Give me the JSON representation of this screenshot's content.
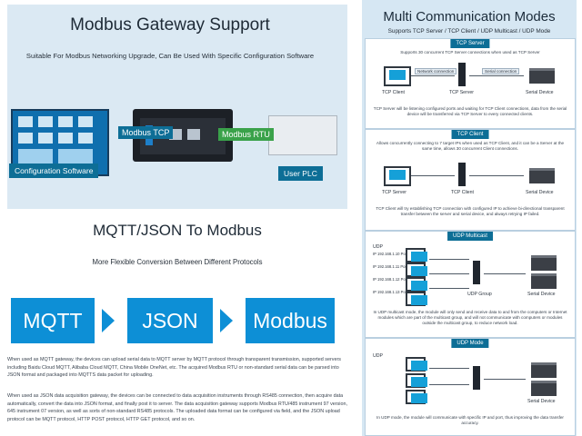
{
  "gateway": {
    "title": "Modbus Gateway Support",
    "subtitle": "Suitable For Modbus Networking Upgrade, Can Be Used With Specific Configuration Software",
    "tag_tcp": "Modbus TCP",
    "tag_rtu": "Modbus RTU",
    "label_software": "Configuration Software",
    "label_plc": "User PLC"
  },
  "mqtt": {
    "title": "MQTT/JSON To Modbus",
    "subtitle": "More Flexible Conversion Between Different Protocols",
    "box1": "MQTT",
    "box2": "JSON",
    "box3": "Modbus",
    "para1": "When used as MQTT gateway, the devices can upload serial data to MQTT server by MQTT protocol through transparent transmission, supported servers including Baidu Cloud MQTT, Alibaba Cloud MQTT, China Mobile OneNet, etc. The acquired Modbus RTU or non-standard serial data can be parsed into JSON format and packaged into MQTTS data packet for uploading.",
    "para2": "When used as JSON data acquisition gateway, the devices can be connected to data acquisition instruments through RS485 connection, then acquire data automatically, convert the data into JSON format, and finally post it to server. The data acquisition gateway supports Modbus RTU/485 instrument 97 version, 645 instrument 07 version, as well as sorts of non-standard RS485 protocols. The uploaded data format can be configured via field, and the JSON upload protocol can be MQTT protocol, HTTP POST protocol, HTTP GET protocol, and so on."
  },
  "modes": {
    "title": "Multi Communication Modes",
    "subtitle": "Supports TCP Server / TCP Client / UDP Multicast / UDP Mode",
    "tcp_server": {
      "head": "TCP Server",
      "top_line": "Supports 30 concurrent TCP Server connections when used as TCP Server",
      "label_client": "TCP Client",
      "label_server": "TCP Server",
      "label_device": "Serial Device",
      "conn_label": "Network connection",
      "serial_label": "Serial connection",
      "desc": "TCP Server will be listening configured ports and waiting for TCP Client connections, data from the serial device will be transferred via TCP Server to every connected clients."
    },
    "tcp_client": {
      "head": "TCP Client",
      "top_line": "Allows concurrently connecting to 7 target IPs when used as TCP Client, and it can be a Server at the same time, allows 30 concurrent Client connections.",
      "label_server": "TCP Server",
      "label_client": "TCP Client",
      "label_device": "Serial Device",
      "desc": "TCP Client will try establishing TCP connection with configured IP to achieve bi-directional transparent transfer between the server and serial device, and always retrying IP failed."
    },
    "udp_multicast": {
      "head": "UDP Multicast",
      "label_udp": "UDP",
      "ip_rows": [
        "IP 192.168.1.10 Port: 40",
        "IP 192.168.1.11 Port: 40",
        "IP 192.168.1.12 Port: 40",
        "IP 192.168.1.13 Port: 40"
      ],
      "label_group": "UDP Group",
      "label_device": "Serial Device",
      "desc": "In UDP multicast mode, the module will only send and receive data to and from the computers or Internet modules which are part of the multicast group, and will not communicate with computers or modules outside the multicast group, to reduce network load."
    },
    "udp_mode": {
      "head": "UDP Mode",
      "label_udp": "UDP",
      "label_device": "Serial Device",
      "desc": "In UDP mode, the module will communicate with specific IP and port, thus improving the data transfer accuracy."
    }
  }
}
